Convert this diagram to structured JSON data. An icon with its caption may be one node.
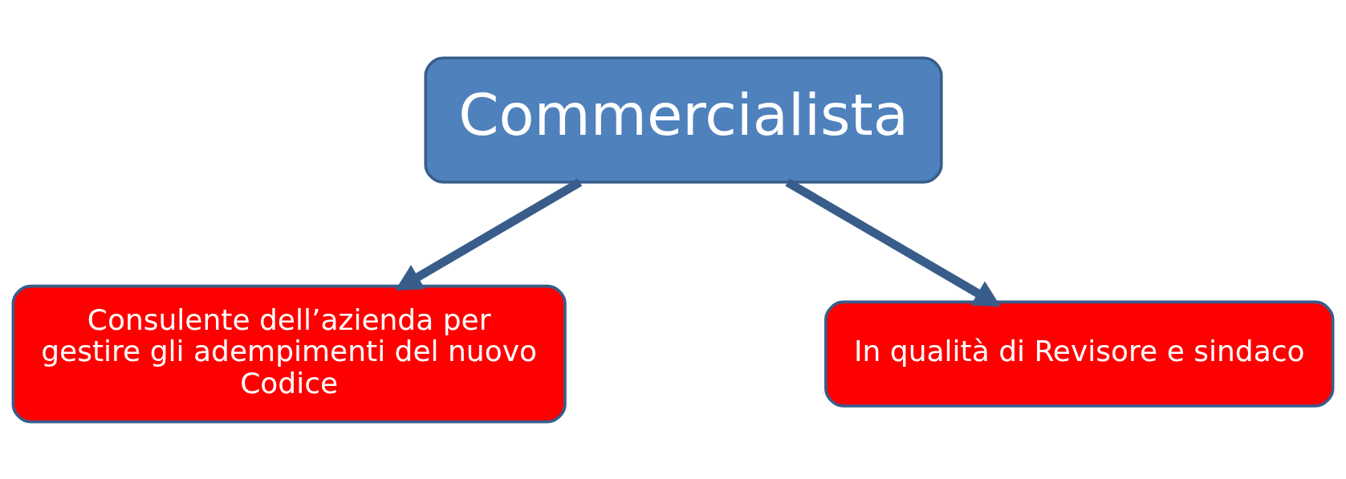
{
  "diagram": {
    "nodes": [
      {
        "text": [
          "Commercialista"
        ]
      },
      {
        "text": [
          "Consulente dell’azienda per gestire gli adempimenti del nuovo Codice"
        ]
      },
      {
        "text": [
          "In qualità di Revisore e sindaco"
        ]
      }
    ],
    "edges": [
      {
        "from": 0,
        "to": 1,
        "arrow": "to"
      },
      {
        "from": 0,
        "to": 2,
        "arrow": "to"
      }
    ]
  }
}
